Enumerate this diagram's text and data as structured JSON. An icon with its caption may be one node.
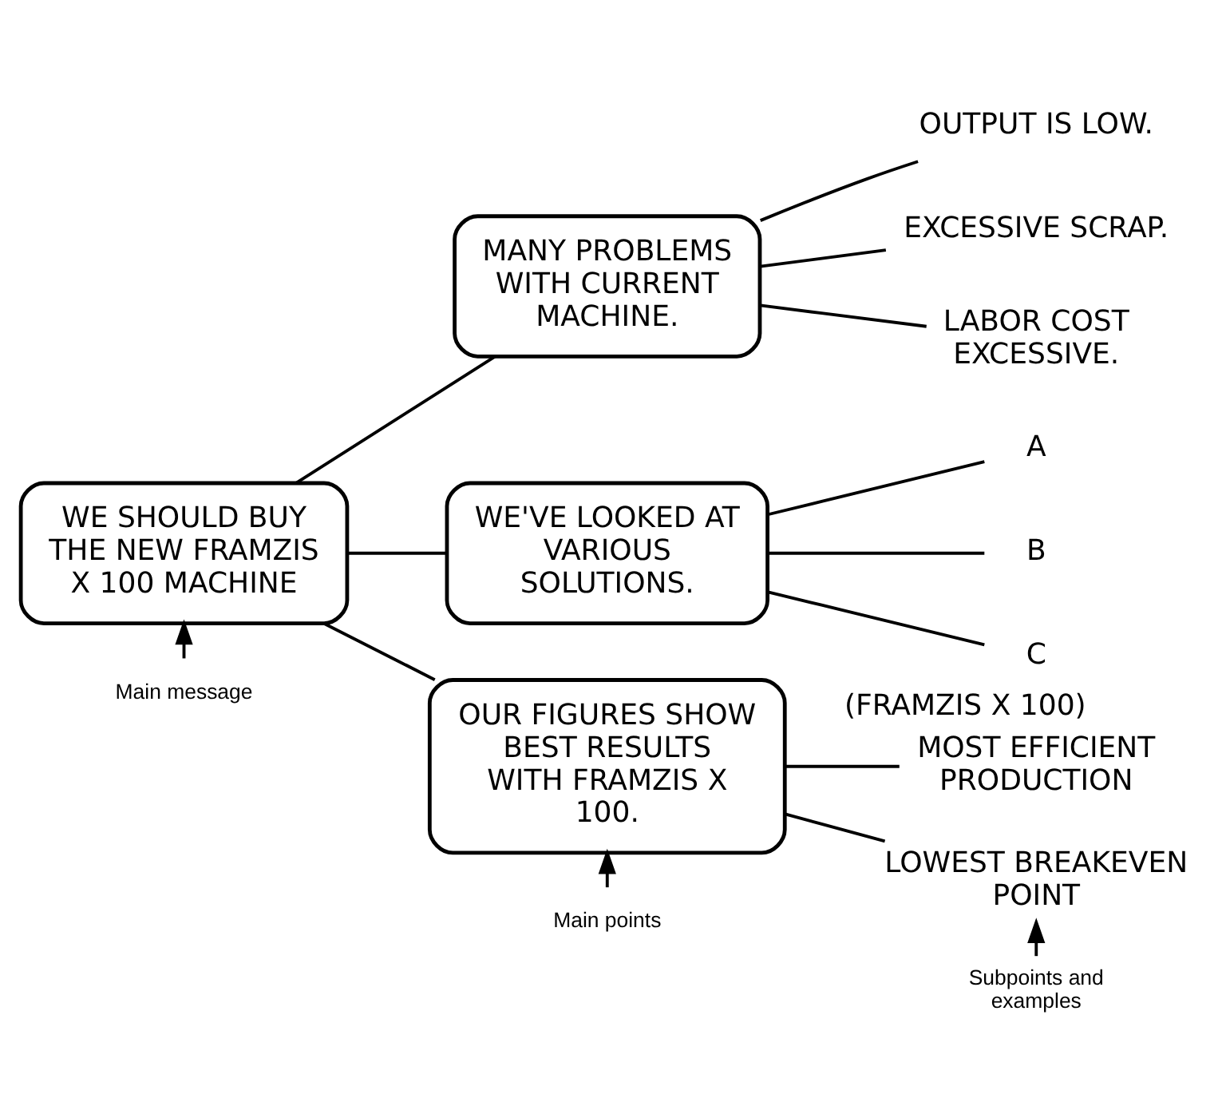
{
  "diagram": {
    "nodes": [
      {
        "text": [
          "WE SHOULD BUY THE NEW FRAMZIS X 100 MACHINE"
        ]
      },
      {
        "text": [
          "MANY PROBLEMS WITH CURRENT MACHINE."
        ]
      },
      {
        "text": [
          "OUTPUT IS LOW."
        ]
      },
      {
        "text": [
          "EXCESSIVE SCRAP."
        ]
      },
      {
        "text": [
          "LABOR COST EXCESSIVE."
        ]
      },
      {
        "text": [
          "WE'VE LOOKED AT VARIOUS SOLUTIONS."
        ]
      },
      {
        "text": [
          "A"
        ]
      },
      {
        "text": [
          "B"
        ]
      },
      {
        "text": [
          "C"
        ],
        "beside": [
          "(FRAMZIS X 100)"
        ]
      },
      {
        "text": [
          "OUR FIGURES SHOW BEST RESULTS WITH FRAMZIS X 100."
        ]
      },
      {
        "text": [
          "MOST EFFICIENT PRODUCTION"
        ]
      },
      {
        "text": [
          "LOWEST BREAKEVEN POINT"
        ]
      },
      {
        "text": [
          "Main message"
        ]
      },
      {
        "text": [
          "Main points"
        ]
      },
      {
        "text": [
          "Subpoints and examples"
        ]
      }
    ],
    "edges": [
      {
        "from": 0,
        "to": 1,
        "arrow": "none"
      },
      {
        "from": 1,
        "to": 2,
        "arrow": "none"
      },
      {
        "from": 1,
        "to": 3,
        "arrow": "none"
      },
      {
        "from": 1,
        "to": 4,
        "arrow": "none"
      },
      {
        "from": 0,
        "to": 5,
        "arrow": "none"
      },
      {
        "from": 5,
        "to": 6,
        "arrow": "none"
      },
      {
        "from": 5,
        "to": 7,
        "arrow": "none"
      },
      {
        "from": 5,
        "to": 8,
        "arrow": "none"
      },
      {
        "from": 0,
        "to": 9,
        "arrow": "none"
      },
      {
        "from": 9,
        "to": 10,
        "arrow": "none"
      },
      {
        "from": 9,
        "to": 11,
        "arrow": "none"
      },
      {
        "from": 12,
        "to": 0,
        "arrow": "to"
      },
      {
        "from": 13,
        "to": 9,
        "arrow": "to"
      },
      {
        "from": 14,
        "to": 11,
        "arrow": "to"
      }
    ]
  }
}
